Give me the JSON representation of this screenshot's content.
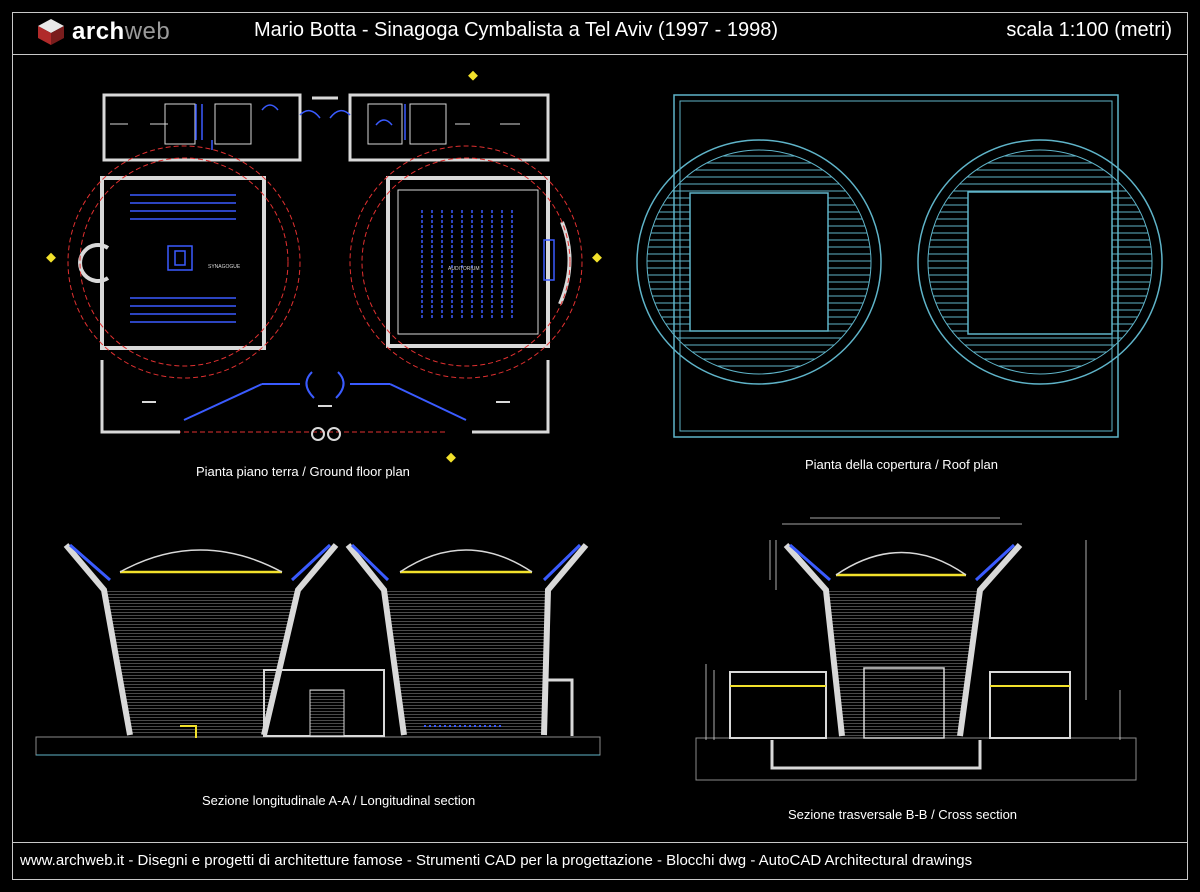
{
  "header": {
    "logo_part1": "arch",
    "logo_part2": "web",
    "title": "Mario Botta - Sinagoga Cymbalista a Tel Aviv (1997 - 1998)",
    "scale": "scala 1:100 (metri)"
  },
  "drawings": {
    "ground_floor": {
      "caption": "Pianta piano terra / Ground floor plan",
      "room_left": "SYNAGOGUE",
      "room_right": "AUDITORIUM"
    },
    "roof": {
      "caption": "Pianta della copertura / Roof plan"
    },
    "long_section": {
      "caption": "Sezione longitudinale A-A  /  Longitudinal section"
    },
    "cross_section": {
      "caption": "Sezione trasversale B-B  /  Cross section"
    }
  },
  "colors": {
    "wall": "#d9d9d9",
    "hatch": "#5fb4c9",
    "red_dash": "#e03030",
    "blue": "#3a5bff",
    "yellow": "#f2e12b",
    "frame": "#c8c8c8"
  },
  "footer": {
    "text": "www.archweb.it  -  Disegni e progetti di architetture famose  -  Strumenti CAD  per la progettazione  -  Blocchi dwg - AutoCAD Architectural drawings"
  }
}
